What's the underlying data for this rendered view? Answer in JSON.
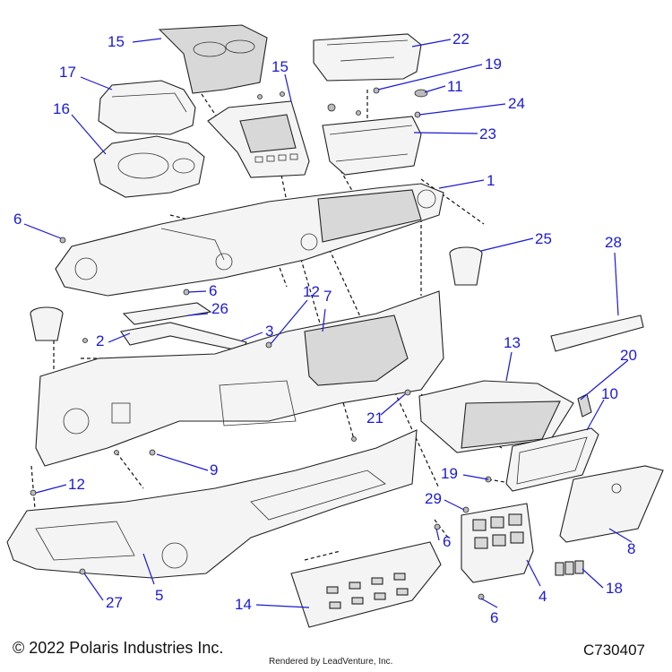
{
  "callouts": [
    {
      "num": "15"
    },
    {
      "num": "22"
    },
    {
      "num": "17"
    },
    {
      "num": "15"
    },
    {
      "num": "19"
    },
    {
      "num": "11"
    },
    {
      "num": "16"
    },
    {
      "num": "24"
    },
    {
      "num": "23"
    },
    {
      "num": "1"
    },
    {
      "num": "6"
    },
    {
      "num": "25"
    },
    {
      "num": "28"
    },
    {
      "num": "6"
    },
    {
      "num": "12"
    },
    {
      "num": "7"
    },
    {
      "num": "26"
    },
    {
      "num": "2"
    },
    {
      "num": "3"
    },
    {
      "num": "13"
    },
    {
      "num": "20"
    },
    {
      "num": "10"
    },
    {
      "num": "21"
    },
    {
      "num": "9"
    },
    {
      "num": "19"
    },
    {
      "num": "12"
    },
    {
      "num": "29"
    },
    {
      "num": "6"
    },
    {
      "num": "8"
    },
    {
      "num": "27"
    },
    {
      "num": "5"
    },
    {
      "num": "14"
    },
    {
      "num": "4"
    },
    {
      "num": "18"
    },
    {
      "num": "6"
    }
  ],
  "footer": {
    "copyright": "© 2022 Polaris Industries Inc.",
    "figure_id": "C730407",
    "rendered_by": "Rendered by LeadVenture, Inc."
  },
  "colors": {
    "callout": "#1a1ad6",
    "line": "#222222"
  }
}
